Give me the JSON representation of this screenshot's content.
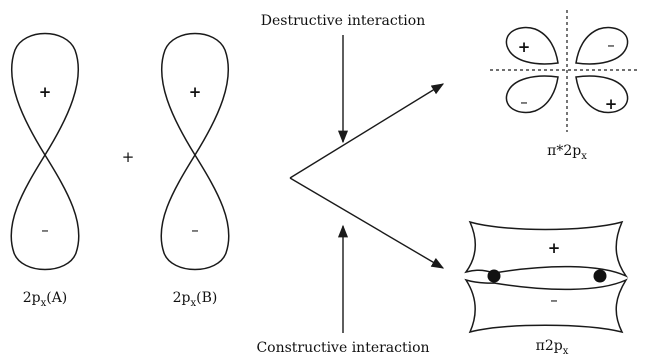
{
  "orbitals": {
    "a": {
      "plus": "+",
      "minus": "–",
      "label_main": "2p",
      "label_sub": "x",
      "label_suffix": "(A)"
    },
    "b": {
      "plus": "+",
      "minus": "–",
      "label_main": "2p",
      "label_sub": "x",
      "label_suffix": "(B)"
    },
    "combine_sign": "+"
  },
  "antibonding": {
    "lobe_signs": [
      "+",
      "–",
      "–",
      "+"
    ],
    "label_main": "π*2p",
    "label_sub": "x"
  },
  "bonding": {
    "upper_sign": "+",
    "lower_sign": "–",
    "label_main": "π2p",
    "label_sub": "x"
  },
  "captions": {
    "destructive": "Destructive interaction",
    "constructive": "Constructive interaction"
  }
}
